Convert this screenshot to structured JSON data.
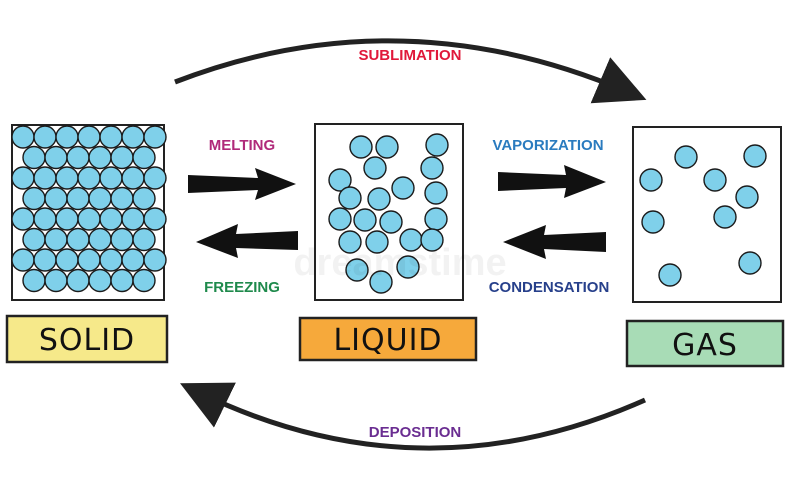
{
  "processes": {
    "sublimation": "SUBLIMATION",
    "melting": "MELTING",
    "freezing": "FREEZING",
    "vaporization": "VAPORIZATION",
    "condensation": "CONDENSATION",
    "deposition": "DEPOSITION"
  },
  "states": {
    "solid": "SOLID",
    "liquid": "LIQUID",
    "gas": "GAS"
  },
  "colors": {
    "sublimation": "#e0183a",
    "melting": "#b02a7a",
    "freezing": "#1f8a4c",
    "vaporization": "#2a7bbf",
    "condensation": "#27408b",
    "deposition": "#6a2d91",
    "particle": "#7fd0ea",
    "solid_label_bg": "#f6e98a",
    "liquid_label_bg": "#f6a93b",
    "gas_label_bg": "#a8dcb6"
  },
  "watermark": "dreamstime"
}
